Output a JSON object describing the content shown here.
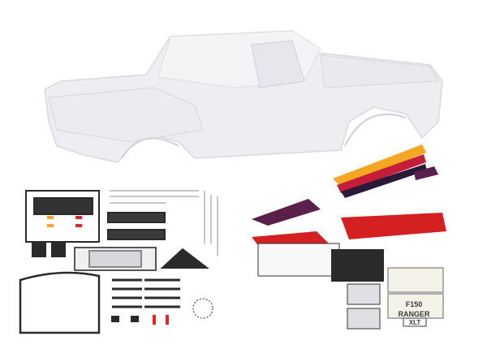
{
  "image": {
    "subject": "Clear RC pickup truck body kit with decal sheets and accessory parts",
    "background_color": "#ffffff"
  },
  "truck_body": {
    "description": "Clear unpainted pickup truck body shell",
    "color": "#e8e8ec"
  },
  "decal_sheets": {
    "stripe_colors": [
      "#f5a623",
      "#e8531e",
      "#c41e3a",
      "#5a1f4a",
      "#2a1a3a"
    ],
    "body_red": "#d42020",
    "tailgate_text": {
      "model": "F150",
      "trim": "RANGER",
      "badge": "XLT"
    }
  },
  "parts": {
    "frame_color": "#2a2a2a",
    "amber_light": "#f5a623",
    "red_light": "#e02424",
    "chrome": "#c8c8cc"
  }
}
